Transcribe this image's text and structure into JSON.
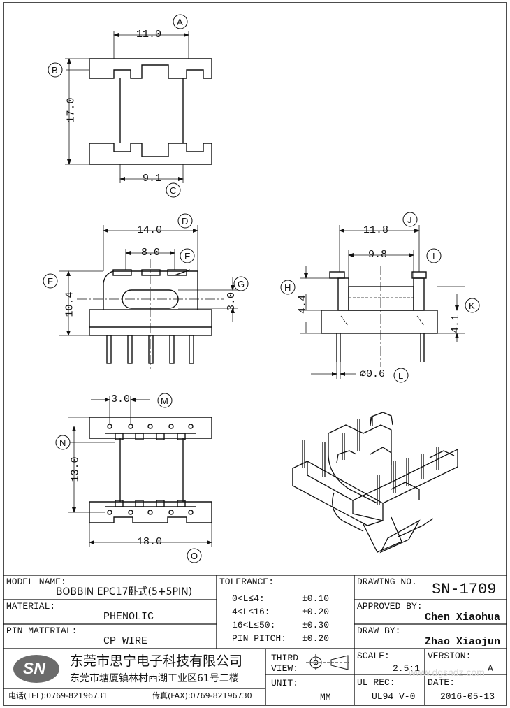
{
  "dims": {
    "top_width": "11.0",
    "top_height": "17.0",
    "top_inner": "9.1",
    "front_width": "14.0",
    "front_inner": "8.0",
    "front_height": "10.4",
    "front_slot": "3.0",
    "side_width": "11.8",
    "side_inner": "9.8",
    "side_h": "4.4",
    "side_k": "4.1",
    "pin_dia": "⌀0.6",
    "bottom_pitch": "3.0",
    "bottom_height": "13.0",
    "bottom_width": "18.0"
  },
  "callouts": [
    "A",
    "B",
    "C",
    "D",
    "E",
    "F",
    "G",
    "H",
    "I",
    "J",
    "K",
    "L",
    "M",
    "N",
    "O"
  ],
  "title_block": {
    "model_name_label": "MODEL NAME:",
    "model_name_value": "BOBBIN EPC17卧式(5+5PIN)",
    "material_label": "MATERIAL:",
    "material_value": "PHENOLIC",
    "pin_material_label": "PIN MATERIAL:",
    "pin_material_value": "CP WIRE",
    "tolerance_label": "TOLERANCE:",
    "tolerance_rows": [
      {
        "range": "0<L≤4:",
        "value": "±0.10"
      },
      {
        "range": "4<L≤16:",
        "value": "±0.20"
      },
      {
        "range": "16<L≤50:",
        "value": "±0.30"
      },
      {
        "range": "PIN PITCH:",
        "value": "±0.20"
      }
    ],
    "drawing_no_label": "DRAWING NO.",
    "drawing_no_value": "SN-1709",
    "approved_label": "APPROVED BY:",
    "approved_value": "Chen Xiaohua",
    "draw_label": "DRAW BY:",
    "draw_value": "Zhao Xiaojun",
    "logo": "SN",
    "company_name": "东莞市思宁电子科技有限公司",
    "company_address": "东莞市塘厦镇林村西湖工业区61号二楼",
    "tel": "电话(TEL):0769-82196731",
    "fax": "传真(FAX):0769-82196730",
    "third_view_label": "THIRD VIEW:",
    "unit_label": "UNIT:",
    "unit_value": "MM",
    "scale_label": "SCALE:",
    "scale_value": "2.5:1",
    "version_label": "VERSION:",
    "version_value": "A",
    "ul_label": "UL REC:",
    "ul_value": "UL94 V-0",
    "date_label": "DATE:",
    "date_value": "2016-05-13",
    "watermark": "www.dgsndz.com"
  }
}
